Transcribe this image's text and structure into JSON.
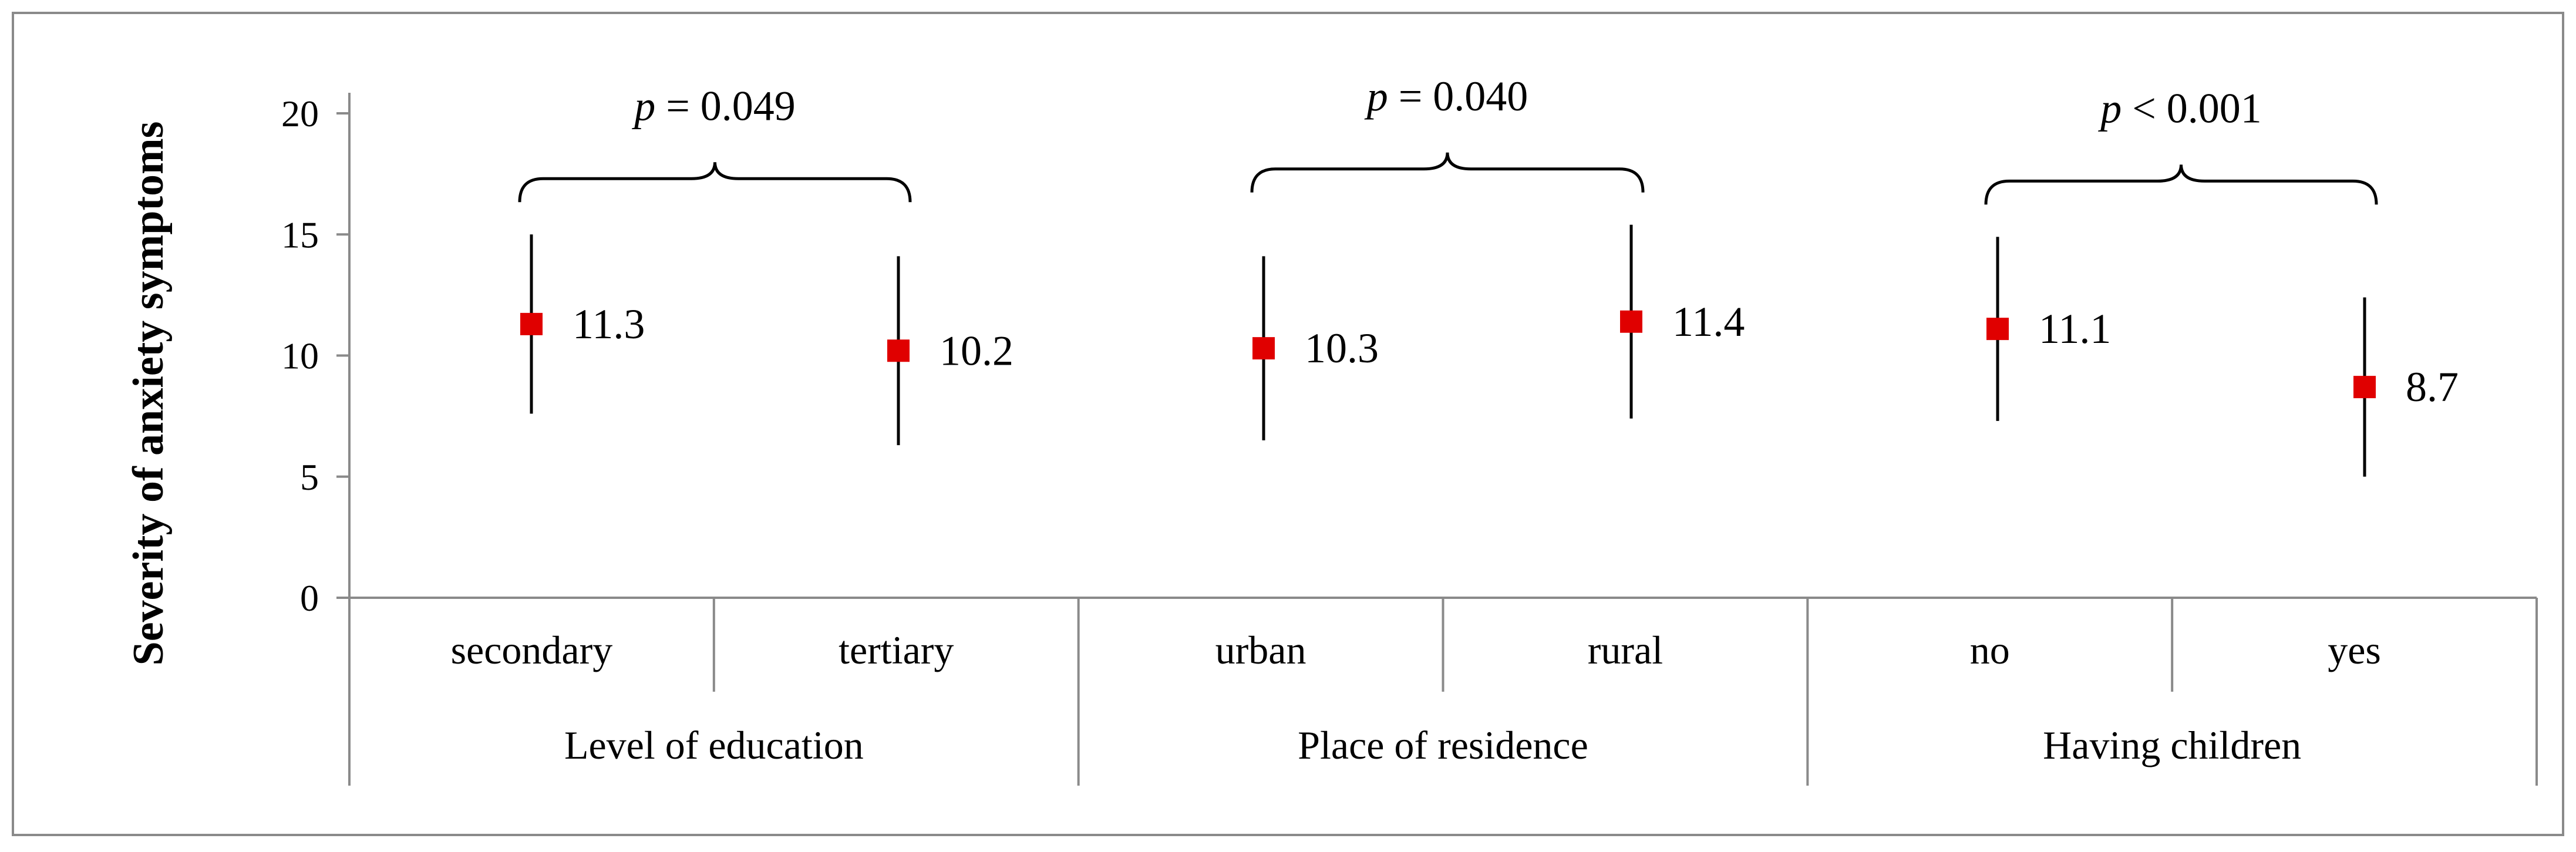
{
  "chart_data": {
    "type": "scatter",
    "ylabel": "Severity of anxiety symptoms",
    "ylim": [
      0,
      20
    ],
    "yticks": [
      "0",
      "5",
      "10",
      "15",
      "20"
    ],
    "grid": false,
    "marker_color": "#e00000",
    "groups": [
      {
        "name": "Level of education",
        "p_prefix": "p",
        "p_text": " = 0.049",
        "points": [
          {
            "category": "secondary",
            "value": 11.3,
            "value_label": "11.3",
            "lower": 7.6,
            "upper": 15.0
          },
          {
            "category": "tertiary",
            "value": 10.2,
            "value_label": "10.2",
            "lower": 6.3,
            "upper": 14.1
          }
        ]
      },
      {
        "name": "Place of residence",
        "p_prefix": "p",
        "p_text": " = 0.040",
        "points": [
          {
            "category": "urban",
            "value": 10.3,
            "value_label": "10.3",
            "lower": 6.5,
            "upper": 14.1
          },
          {
            "category": "rural",
            "value": 11.4,
            "value_label": "11.4",
            "lower": 7.4,
            "upper": 15.4
          }
        ]
      },
      {
        "name": "Having children",
        "p_prefix": "p",
        "p_text": " < 0.001",
        "points": [
          {
            "category": "no",
            "value": 11.1,
            "value_label": "11.1",
            "lower": 7.3,
            "upper": 14.9
          },
          {
            "category": "yes",
            "value": 8.7,
            "value_label": "8.7",
            "lower": 5.0,
            "upper": 12.4
          }
        ]
      }
    ]
  }
}
